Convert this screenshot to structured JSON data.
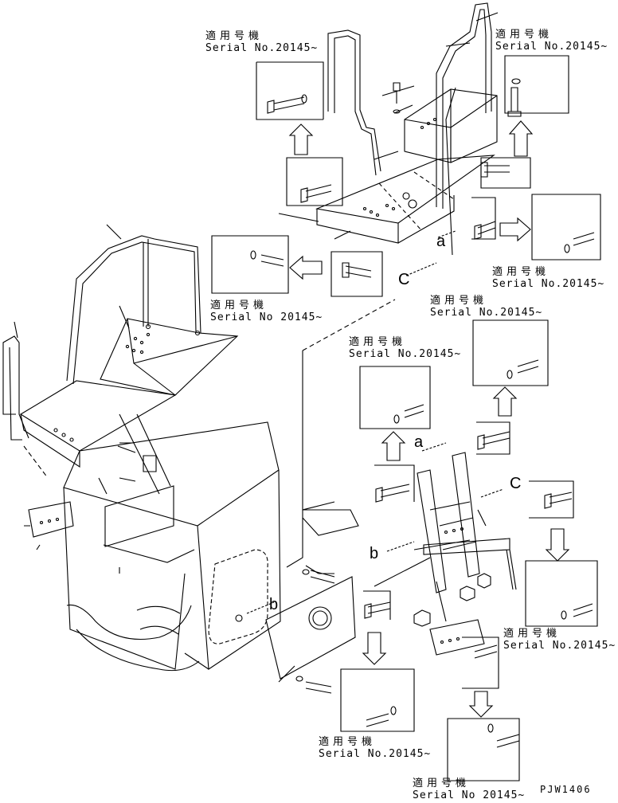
{
  "serial_labels": [
    {
      "jp": "適用号機",
      "sn": "Serial No.20145~"
    },
    {
      "jp": "適用号機",
      "sn": "Serial No.20145~"
    },
    {
      "jp": "適用号機",
      "sn": "Serial No.20145~"
    },
    {
      "jp": "適用号機",
      "sn": "Serial No 20145~"
    },
    {
      "jp": "適用号機",
      "sn": "Serial No.20145~"
    },
    {
      "jp": "適用号機",
      "sn": "Serial No.20145~"
    },
    {
      "jp": "適用号機",
      "sn": "Serial No.20145~"
    },
    {
      "jp": "適用号機",
      "sn": "Serial No.20145~"
    },
    {
      "jp": "適用号機",
      "sn": "Serial No 20145~"
    }
  ],
  "view_letters": [
    "a",
    "a",
    "b",
    "b",
    "C",
    "C"
  ],
  "drawing_code": "PJW1406",
  "line_color": "#000000"
}
